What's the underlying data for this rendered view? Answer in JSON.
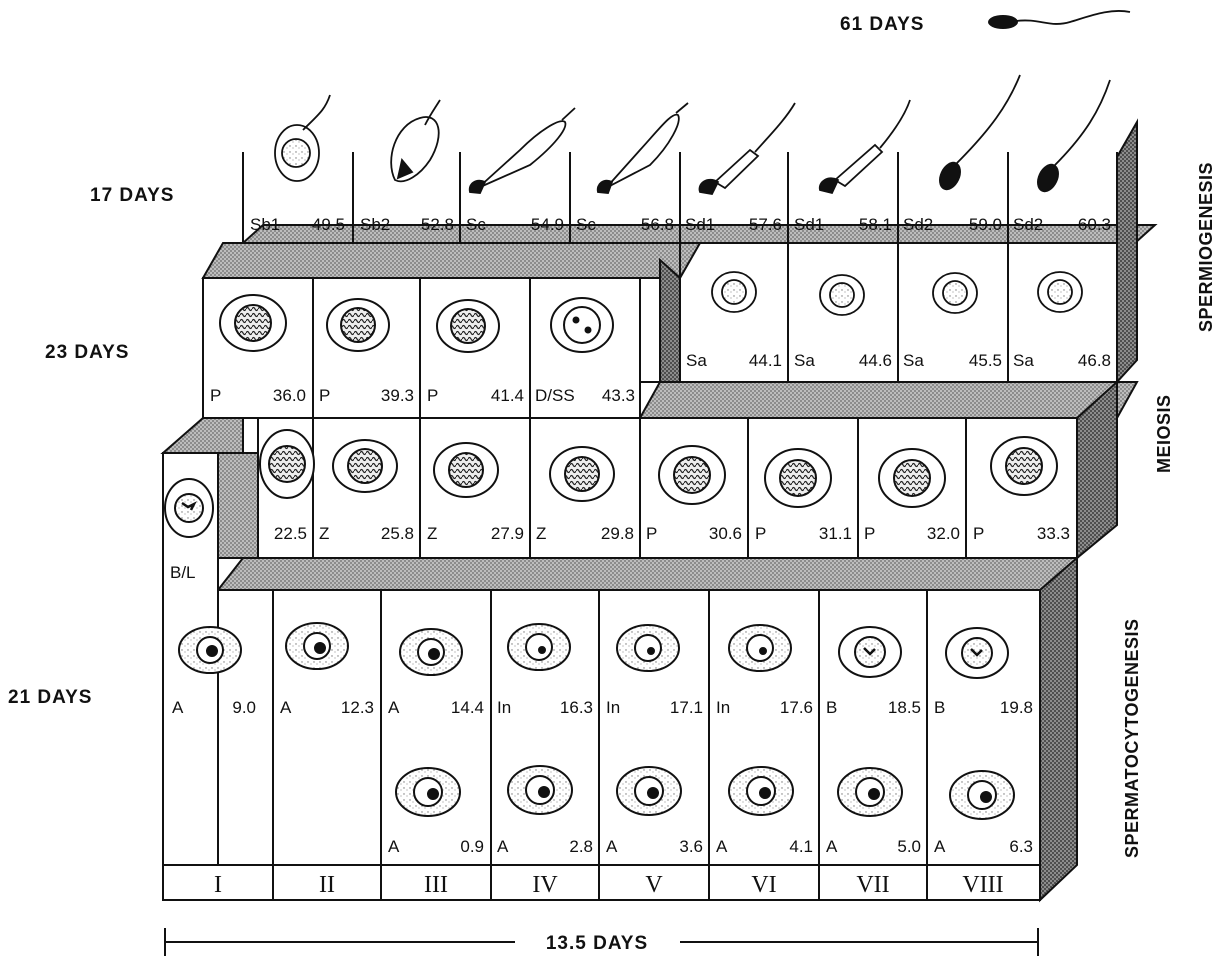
{
  "durations": {
    "spermiogenesis": "17  DAYS",
    "meiosis": "23  DAYS",
    "spermatocytogenesis": "21  DAYS",
    "total": "61  DAYS",
    "cycle": "13.5  DAYS"
  },
  "phases": {
    "spermiogenesis": "SPERMIOGENESIS",
    "meiosis": "MEIOSIS",
    "spermatocytogenesis": "SPERMATOCYTOGENESIS"
  },
  "stages": [
    "I",
    "II",
    "III",
    "IV",
    "V",
    "VI",
    "VII",
    "VIII"
  ],
  "bl_label": "B/L",
  "rows": {
    "elongated": [
      {
        "code": "Sb1",
        "day": "49.5"
      },
      {
        "code": "Sb2",
        "day": "52.8"
      },
      {
        "code": "Sc",
        "day": "54.9"
      },
      {
        "code": "Sc",
        "day": "56.8"
      },
      {
        "code": "Sd1",
        "day": "57.6"
      },
      {
        "code": "Sd1",
        "day": "58.1"
      },
      {
        "code": "Sd2",
        "day": "59.0"
      },
      {
        "code": "Sd2",
        "day": "60.3"
      }
    ],
    "round_spermatids": [
      {
        "code": "Sa",
        "day": "44.1"
      },
      {
        "code": "Sa",
        "day": "44.6"
      },
      {
        "code": "Sa",
        "day": "45.5"
      },
      {
        "code": "Sa",
        "day": "46.8"
      }
    ],
    "upper_spermatocytes": [
      {
        "code": "P",
        "day": "36.0"
      },
      {
        "code": "P",
        "day": "39.3"
      },
      {
        "code": "P",
        "day": "41.4"
      },
      {
        "code": "D/SS",
        "day": "43.3"
      }
    ],
    "lower_spermatocytes": [
      {
        "code": "",
        "day": "22.5"
      },
      {
        "code": "Z",
        "day": "25.8"
      },
      {
        "code": "Z",
        "day": "27.9"
      },
      {
        "code": "Z",
        "day": "29.8"
      },
      {
        "code": "P",
        "day": "30.6"
      },
      {
        "code": "P",
        "day": "31.1"
      },
      {
        "code": "P",
        "day": "32.0"
      },
      {
        "code": "P",
        "day": "33.3"
      }
    ],
    "spermatogonia_upper": [
      {
        "code": "A",
        "day": "9.0"
      },
      {
        "code": "A",
        "day": "12.3"
      },
      {
        "code": "A",
        "day": "14.4"
      },
      {
        "code": "In",
        "day": "16.3"
      },
      {
        "code": "In",
        "day": "17.1"
      },
      {
        "code": "In",
        "day": "17.6"
      },
      {
        "code": "B",
        "day": "18.5"
      },
      {
        "code": "B",
        "day": "19.8"
      }
    ],
    "spermatogonia_lower": [
      {
        "code": "A",
        "day": "0.9"
      },
      {
        "code": "A",
        "day": "2.8"
      },
      {
        "code": "A",
        "day": "3.6"
      },
      {
        "code": "A",
        "day": "4.1"
      },
      {
        "code": "A",
        "day": "5.0"
      },
      {
        "code": "A",
        "day": "6.3"
      }
    ]
  }
}
